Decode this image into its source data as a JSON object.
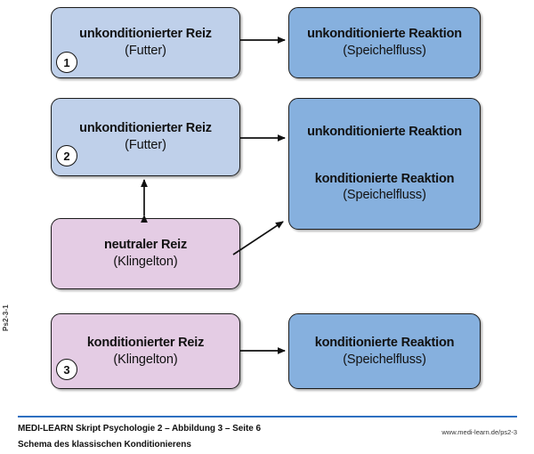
{
  "diagram": {
    "title": "Schema des klassischen Konditionierens",
    "colors": {
      "stimulus_light_blue": "#bfd0ea",
      "reaction_blue": "#86b0de",
      "neutral_pink": "#e4cce4",
      "outline": "#1b1b1b",
      "rule_blue": "#2e6fc0"
    },
    "side_label": "Ps2-3-1",
    "rows": [
      {
        "number": "1",
        "stimulus": {
          "title": "unkonditionierter Reiz",
          "subtitle": "(Futter)"
        },
        "reaction": {
          "title": "unkonditionierte Reaktion",
          "subtitle": "(Speichelfluss)"
        }
      },
      {
        "number": "2",
        "stimulus": {
          "title": "unkonditionierter Reiz",
          "subtitle": "(Futter)"
        },
        "reaction": {
          "title": "unkonditionierte Reaktion",
          "title2": "konditionierte Reaktion",
          "subtitle": "(Speichelfluss)"
        },
        "neutral": {
          "title": "neutraler Reiz",
          "subtitle": "(Klingelton)"
        }
      },
      {
        "number": "3",
        "stimulus": {
          "title": "konditionierter Reiz",
          "subtitle": "(Klingelton)"
        },
        "reaction": {
          "title": "konditionierte Reaktion",
          "subtitle": "(Speichelfluss)"
        }
      }
    ]
  },
  "footer": {
    "main": "MEDI-LEARN Skript Psychologie 2 – Abbildung 3 – Seite 6",
    "sub": "Schema des klassischen Konditionierens",
    "url": "www.medi-learn.de/ps2-3"
  }
}
